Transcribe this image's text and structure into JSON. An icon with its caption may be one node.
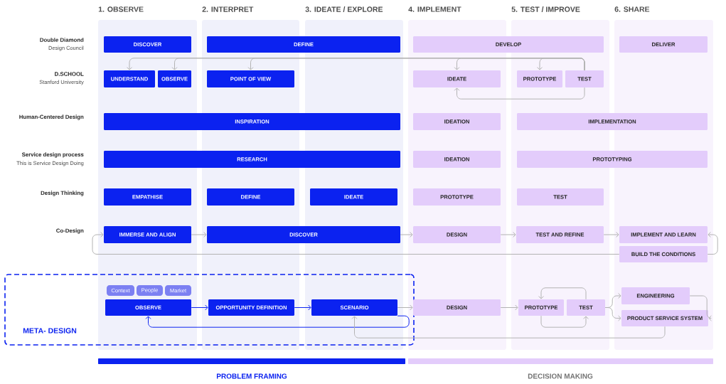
{
  "diagram": {
    "nodes": [
      {
        "text": [
          "DISCOVER"
        ]
      },
      {
        "text": [
          "DEFINE"
        ]
      },
      {
        "text": [
          "DEVELOP"
        ]
      },
      {
        "text": [
          "DELIVER"
        ]
      },
      {
        "text": [
          "UNDERSTAND"
        ]
      },
      {
        "text": [
          "OBSERVE"
        ]
      },
      {
        "text": [
          "POINT OF VIEW"
        ]
      },
      {
        "text": [
          "IDEATE"
        ]
      },
      {
        "text": [
          "PROTOTYPE"
        ]
      },
      {
        "text": [
          "TEST"
        ]
      },
      {
        "text": [
          "INSPIRATION"
        ]
      },
      {
        "text": [
          "IDEATION"
        ]
      },
      {
        "text": [
          "IMPLEMENTATION"
        ]
      },
      {
        "text": [
          "RESEARCH"
        ]
      },
      {
        "text": [
          "IDEATION"
        ]
      },
      {
        "text": [
          "PROTOTYPING"
        ]
      },
      {
        "text": [
          "EMPATHISE"
        ]
      },
      {
        "text": [
          "DEFINE"
        ]
      },
      {
        "text": [
          "IDEATE"
        ]
      },
      {
        "text": [
          "PROTOTYPE"
        ]
      },
      {
        "text": [
          "TEST"
        ]
      },
      {
        "text": [
          "IMMERSE AND ALIGN"
        ]
      },
      {
        "text": [
          "DISCOVER"
        ]
      },
      {
        "text": [
          "DESIGN"
        ]
      },
      {
        "text": [
          "TEST AND REFINE"
        ]
      },
      {
        "text": [
          "IMPLEMENT AND LEARN"
        ]
      },
      {
        "text": [
          "BUILD THE CONDITIONS"
        ]
      },
      {
        "text": [
          "META- DESIGN"
        ]
      },
      {
        "text": [
          "Context"
        ],
        "in": 27
      },
      {
        "text": [
          "People"
        ],
        "in": 27
      },
      {
        "text": [
          "Market"
        ],
        "in": 27
      },
      {
        "text": [
          "OBSERVE"
        ],
        "in": 27
      },
      {
        "text": [
          "OPPORTUNITY DEFINITION"
        ],
        "in": 27
      },
      {
        "text": [
          "SCENARIO"
        ],
        "in": 27
      },
      {
        "text": [
          "DESIGN"
        ]
      },
      {
        "text": [
          "PROTOTYPE"
        ]
      },
      {
        "text": [
          "TEST"
        ]
      },
      {
        "text": [
          "ENGINEERING"
        ]
      },
      {
        "text": [
          "PRODUCT SERVICE SYSTEM"
        ]
      }
    ],
    "edges": [
      {
        "from": 9,
        "to": 4,
        "arrow": "to"
      },
      {
        "from": 9,
        "to": 5,
        "arrow": "to"
      },
      {
        "from": 9,
        "to": 6,
        "arrow": "to"
      },
      {
        "from": 9,
        "to": 7,
        "arrow": "to"
      },
      {
        "from": 9,
        "to": 8,
        "arrow": "to"
      },
      {
        "from": 9,
        "to": 7,
        "arrow": "to"
      },
      {
        "from": 21,
        "to": 22,
        "arrow": "to"
      },
      {
        "from": 22,
        "to": 23,
        "arrow": "to"
      },
      {
        "from": 23,
        "to": 24,
        "arrow": "to"
      },
      {
        "from": 24,
        "to": 25,
        "arrow": "to"
      },
      {
        "from": 26,
        "to": 21,
        "arrow": "to"
      },
      {
        "from": 26,
        "to": 25,
        "arrow": "to"
      },
      {
        "from": 31,
        "to": 32,
        "arrow": "to",
        "color": "#0b22f0"
      },
      {
        "from": 32,
        "to": 33,
        "arrow": "to",
        "color": "#0b22f0"
      },
      {
        "from": 33,
        "to": 31,
        "arrow": "to",
        "color": "#0b22f0"
      },
      {
        "from": 33,
        "to": 34,
        "arrow": "to"
      },
      {
        "from": 34,
        "to": 35,
        "arrow": "to"
      },
      {
        "from": 36,
        "to": 35,
        "arrow": "to"
      },
      {
        "from": 35,
        "to": 36,
        "arrow": "to"
      },
      {
        "from": 36,
        "to": 37,
        "arrow": "to"
      },
      {
        "from": 36,
        "to": 38,
        "arrow": "to"
      },
      {
        "from": 37,
        "to": 38,
        "arrow": "to"
      },
      {
        "from": 38,
        "to": 33,
        "arrow": "to"
      }
    ],
    "labels": [
      "1. OBSERVE",
      "2. INTERPRET",
      "3. IDEATE / EXPLORE",
      "4. IMPLEMENT",
      "5. TEST / IMPROVE",
      "6. SHARE",
      "Double Diamond",
      "Design Council",
      "D.SCHOOL",
      "Stanford University",
      "Human-Centered Design",
      "Service design process",
      "This is Service Design Doing",
      "Design Thinking",
      "Co-Design",
      "PROBLEM FRAMING",
      "DECISION MAKING"
    ]
  }
}
